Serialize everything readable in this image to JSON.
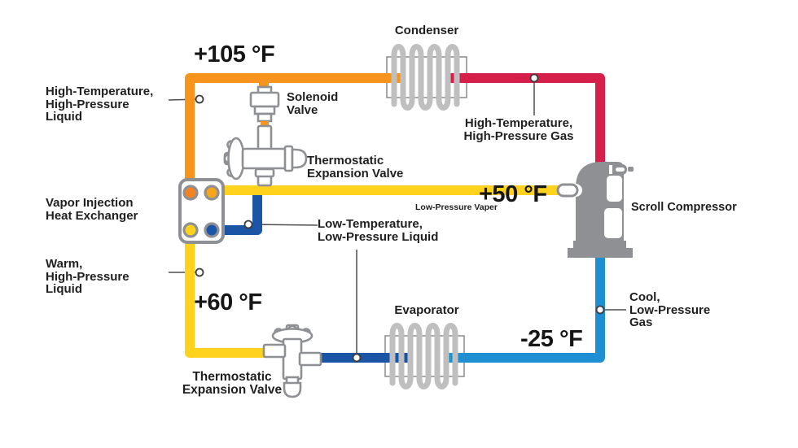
{
  "labels": {
    "condenser": "Condenser",
    "evaporator": "Evaporator",
    "scroll_compressor": "Scroll Compressor",
    "solenoid_valve": [
      "Solenoid",
      "Valve"
    ],
    "txv_top": [
      "Thermostatic",
      "Expansion Valve"
    ],
    "txv_bottom": [
      "Thermostatic",
      "Expansion Valve"
    ],
    "vapor_injection_hx": [
      "Vapor Injection",
      "Heat Exchanger"
    ],
    "ht_hp_liquid": [
      "High-Temperature,",
      "High-Pressure",
      "Liquid"
    ],
    "ht_hp_gas": [
      "High-Temperature,",
      "High-Pressure Gas"
    ],
    "lt_lp_liquid": [
      "Low-Temperature,",
      "Low-Pressure Liquid"
    ],
    "warm_hp_liquid": [
      "Warm,",
      "High-Pressure",
      "Liquid"
    ],
    "cool_lp_gas": [
      "Cool,",
      "Low-Pressure",
      "Gas"
    ],
    "low_pressure_vapor": "Low-Pressure Vaper"
  },
  "temperatures": {
    "condenser_line": "+105 °F",
    "vapor_injection_line": "+50 °F",
    "liquid_line": "+60 °F",
    "suction_line": "-25 °F"
  },
  "colors": {
    "hot_liquid_orange": "#F7941E",
    "hot_gas_red": "#D6204B",
    "warm_liquid_yellow": "#FFD21E",
    "cold_liquid_blue": "#1A56A5",
    "cool_gas_blue": "#1F8FD4",
    "component_gray": "#8E9093",
    "coil_gray": "#BFBFBF",
    "hx_port_orange": "#F58220",
    "hx_port_gold": "#F9A51B",
    "hx_port_yellow": "#FFD21E",
    "hx_port_blue": "#1A56A5"
  }
}
